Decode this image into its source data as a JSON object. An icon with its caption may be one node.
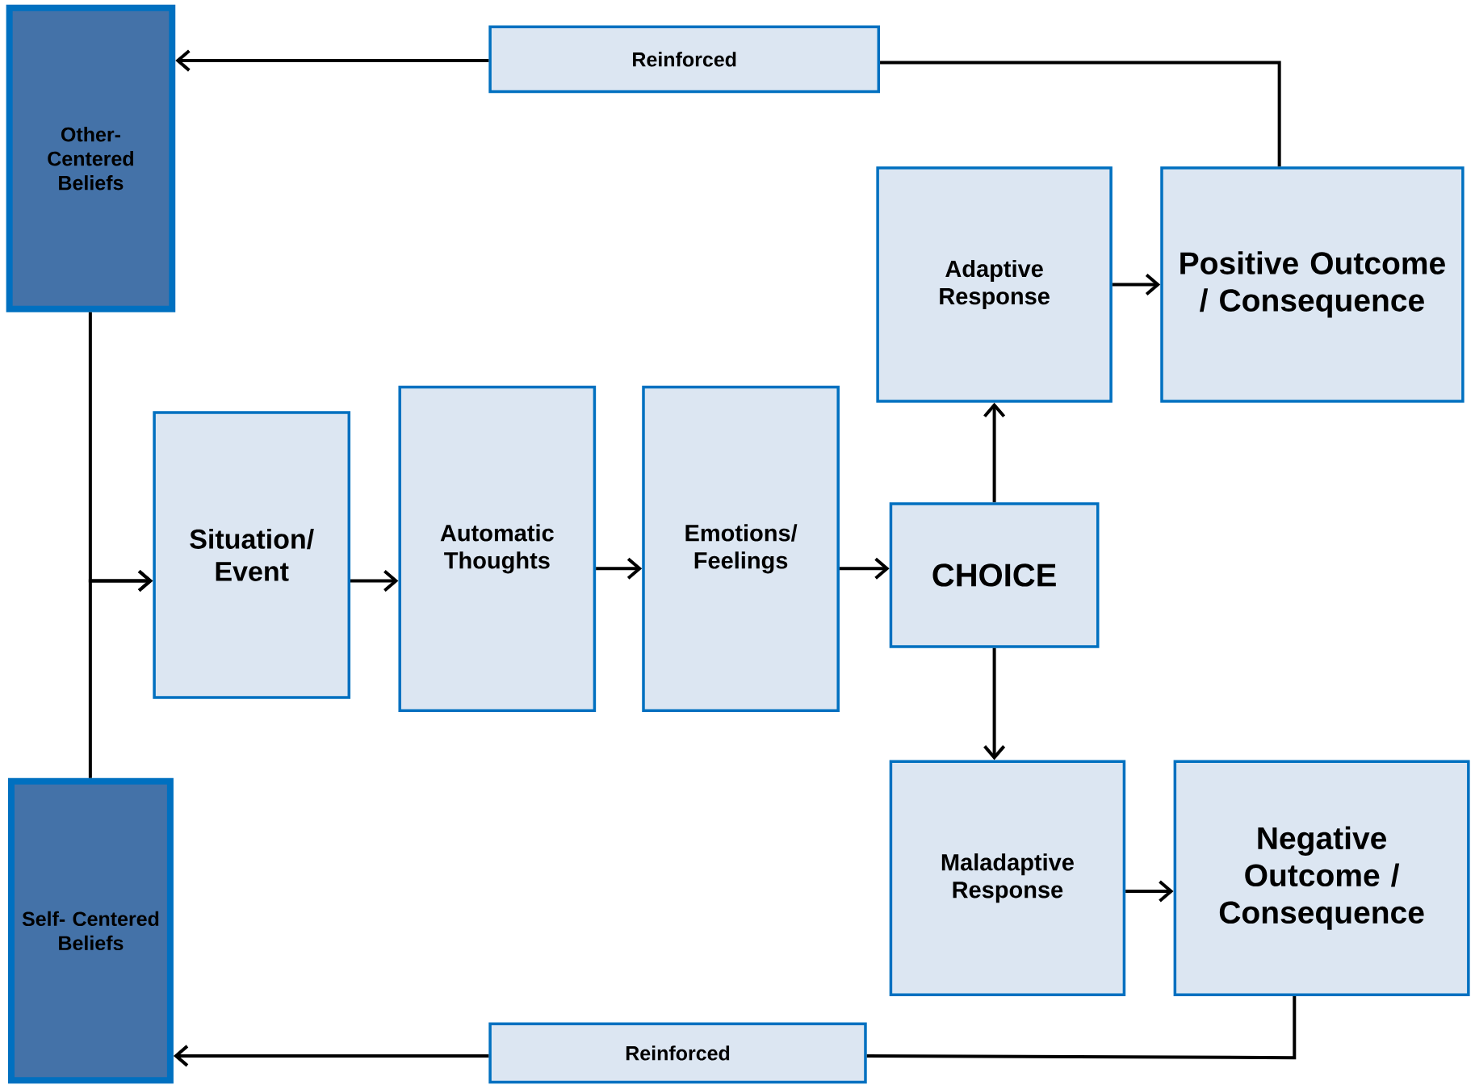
{
  "diagram": {
    "nodes": [
      {
        "text": [
          "Other- Centered Beliefs"
        ]
      },
      {
        "text": [
          "Reinforced"
        ]
      },
      {
        "text": [
          "Adaptive Response"
        ]
      },
      {
        "text": [
          "Positive Outcome / Consequence"
        ]
      },
      {
        "text": [
          "Situation/ Event"
        ]
      },
      {
        "text": [
          "Automatic Thoughts"
        ]
      },
      {
        "text": [
          "Emotions/ Feelings"
        ]
      },
      {
        "text": [
          "CHOICE"
        ]
      },
      {
        "text": [
          "Maladaptive Response"
        ]
      },
      {
        "text": [
          "Negative Outcome / Consequence"
        ]
      },
      {
        "text": [
          "Self- Centered Beliefs"
        ]
      },
      {
        "text": [
          "Reinforced"
        ]
      }
    ],
    "edges": [
      {
        "from": 3,
        "to": 1,
        "arrow": "none"
      },
      {
        "from": 1,
        "to": 0,
        "arrow": "to"
      },
      {
        "from": 9,
        "to": 11,
        "arrow": "none"
      },
      {
        "from": 11,
        "to": 10,
        "arrow": "to"
      },
      {
        "from": 0,
        "to": 4,
        "arrow": "to"
      },
      {
        "from": 10,
        "to": 4,
        "arrow": "to"
      },
      {
        "from": 4,
        "to": 5,
        "arrow": "to"
      },
      {
        "from": 5,
        "to": 6,
        "arrow": "to"
      },
      {
        "from": 6,
        "to": 7,
        "arrow": "to"
      },
      {
        "from": 7,
        "to": 2,
        "arrow": "to"
      },
      {
        "from": 7,
        "to": 8,
        "arrow": "to"
      },
      {
        "from": 2,
        "to": 3,
        "arrow": "to"
      },
      {
        "from": 8,
        "to": 9,
        "arrow": "to"
      }
    ]
  }
}
